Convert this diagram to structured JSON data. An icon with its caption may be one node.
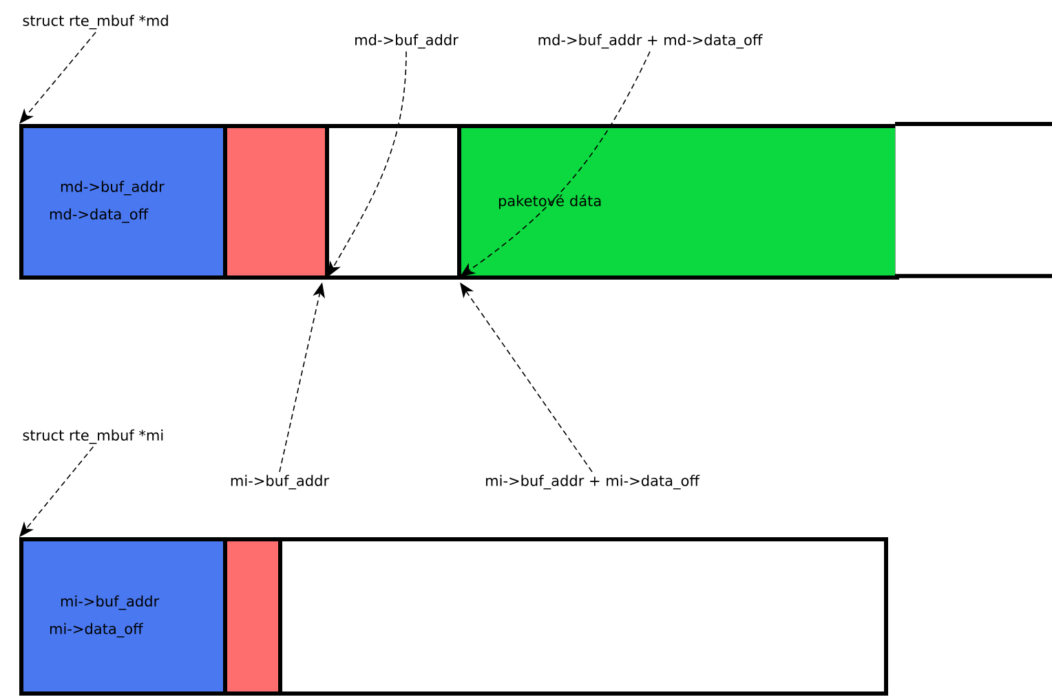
{
  "diagram": {
    "nodes": [
      {
        "text": [
          "struct rte_mbuf *md"
        ]
      },
      {
        "text": [
          "md->buf_addr"
        ]
      },
      {
        "text": [
          "md->buf_addr + md->data_off"
        ]
      },
      {
        "text": [
          "md->buf_addr",
          "md->data_off"
        ]
      },
      {
        "text": [],
        "shape": "box"
      },
      {
        "text": [],
        "shape": "box"
      },
      {
        "text": [
          "paketové dáta"
        ]
      },
      {
        "text": [],
        "shape": "box"
      },
      {
        "text": [
          "struct rte_mbuf *mi"
        ]
      },
      {
        "text": [
          "mi->buf_addr"
        ]
      },
      {
        "text": [
          "mi->buf_addr + mi->data_off"
        ]
      },
      {
        "text": [
          "mi->buf_addr",
          "mi->data_off"
        ]
      },
      {
        "text": [],
        "shape": "box"
      },
      {
        "text": [],
        "shape": "box"
      }
    ],
    "edges": [
      {
        "from": 0,
        "to": 3,
        "arrow": "to",
        "style": "dashed"
      },
      {
        "from": 1,
        "to": 5,
        "arrow": "to",
        "style": "dashed"
      },
      {
        "from": 2,
        "to": 6,
        "arrow": "to",
        "style": "dashed"
      },
      {
        "from": 9,
        "to": 5,
        "arrow": "to",
        "style": "dashed"
      },
      {
        "from": 10,
        "to": 6,
        "arrow": "to",
        "style": "dashed"
      },
      {
        "from": 8,
        "to": 11,
        "arrow": "to",
        "style": "dashed"
      }
    ]
  }
}
